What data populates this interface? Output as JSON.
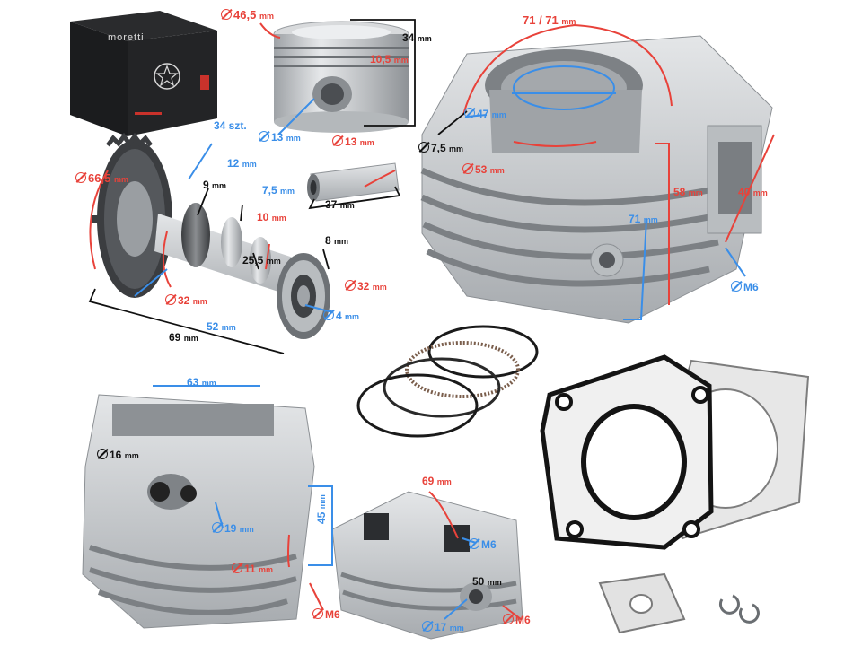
{
  "brand": {
    "name": "moretti"
  },
  "colors": {
    "red": "#e8423a",
    "blue": "#3a8ee8",
    "black": "#111111",
    "metal": "#c9cbcd"
  },
  "labels": {
    "piston_dia": "46,5",
    "piston_h": "34",
    "piston_ring": "10,5",
    "piston_pin_hole": "13",
    "pin_dia": "13",
    "pin_len": "37",
    "sprocket_teeth": "34 szt.",
    "sprocket_dia": "66,5",
    "cam_12": "12",
    "cam_9": "9",
    "cam_75": "7,5",
    "cam_10": "10",
    "cam_8": "8",
    "cam_255": "25,5",
    "cam_bearing_left": "32",
    "cam_bearing_right": "32",
    "cam_inner": "4",
    "cam_52": "52",
    "cam_69": "69",
    "cyl_top": "71 / 71",
    "cyl_47": "47",
    "cyl_75": "7,5",
    "cyl_53": "53",
    "cyl_58": "58",
    "cyl_71": "71",
    "cyl_40": "40",
    "cyl_m6": "M6",
    "head_63": "63",
    "head_16": "16",
    "head_19": "19",
    "head_45": "45",
    "head_11": "11",
    "head_m6": "M6",
    "head2_69": "69",
    "head2_m6a": "M6",
    "head2_50": "50",
    "head2_17": "17",
    "head2_m6b": "M6",
    "unit": "mm"
  }
}
